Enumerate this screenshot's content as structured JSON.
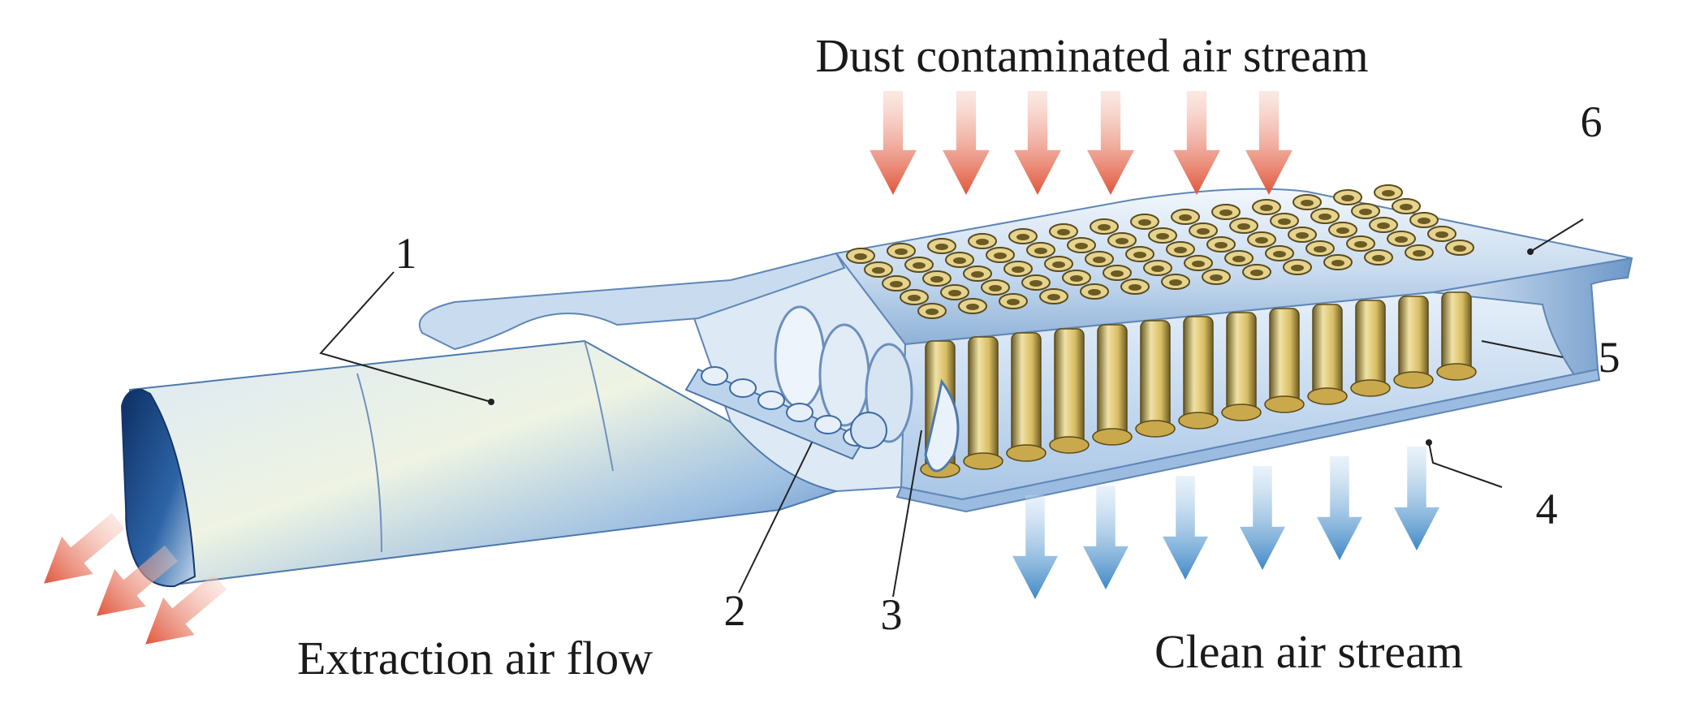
{
  "labels": {
    "top": "Dust contaminated air stream",
    "bottom_right": "Clean air stream",
    "bottom_left": "Extraction air flow"
  },
  "callouts": [
    "1",
    "2",
    "3",
    "4",
    "5",
    "6"
  ],
  "colors": {
    "dust_arrow": "#e0553a",
    "clean_arrow": "#3f88c6",
    "extract_arrow": "#e86a4c",
    "body_light": "#eef4fb",
    "body_mid": "#b9d0ea",
    "body_dark": "#1d4c8d",
    "tube_yellow": "#e4cf86",
    "tube_dark": "#7c6a2a"
  }
}
